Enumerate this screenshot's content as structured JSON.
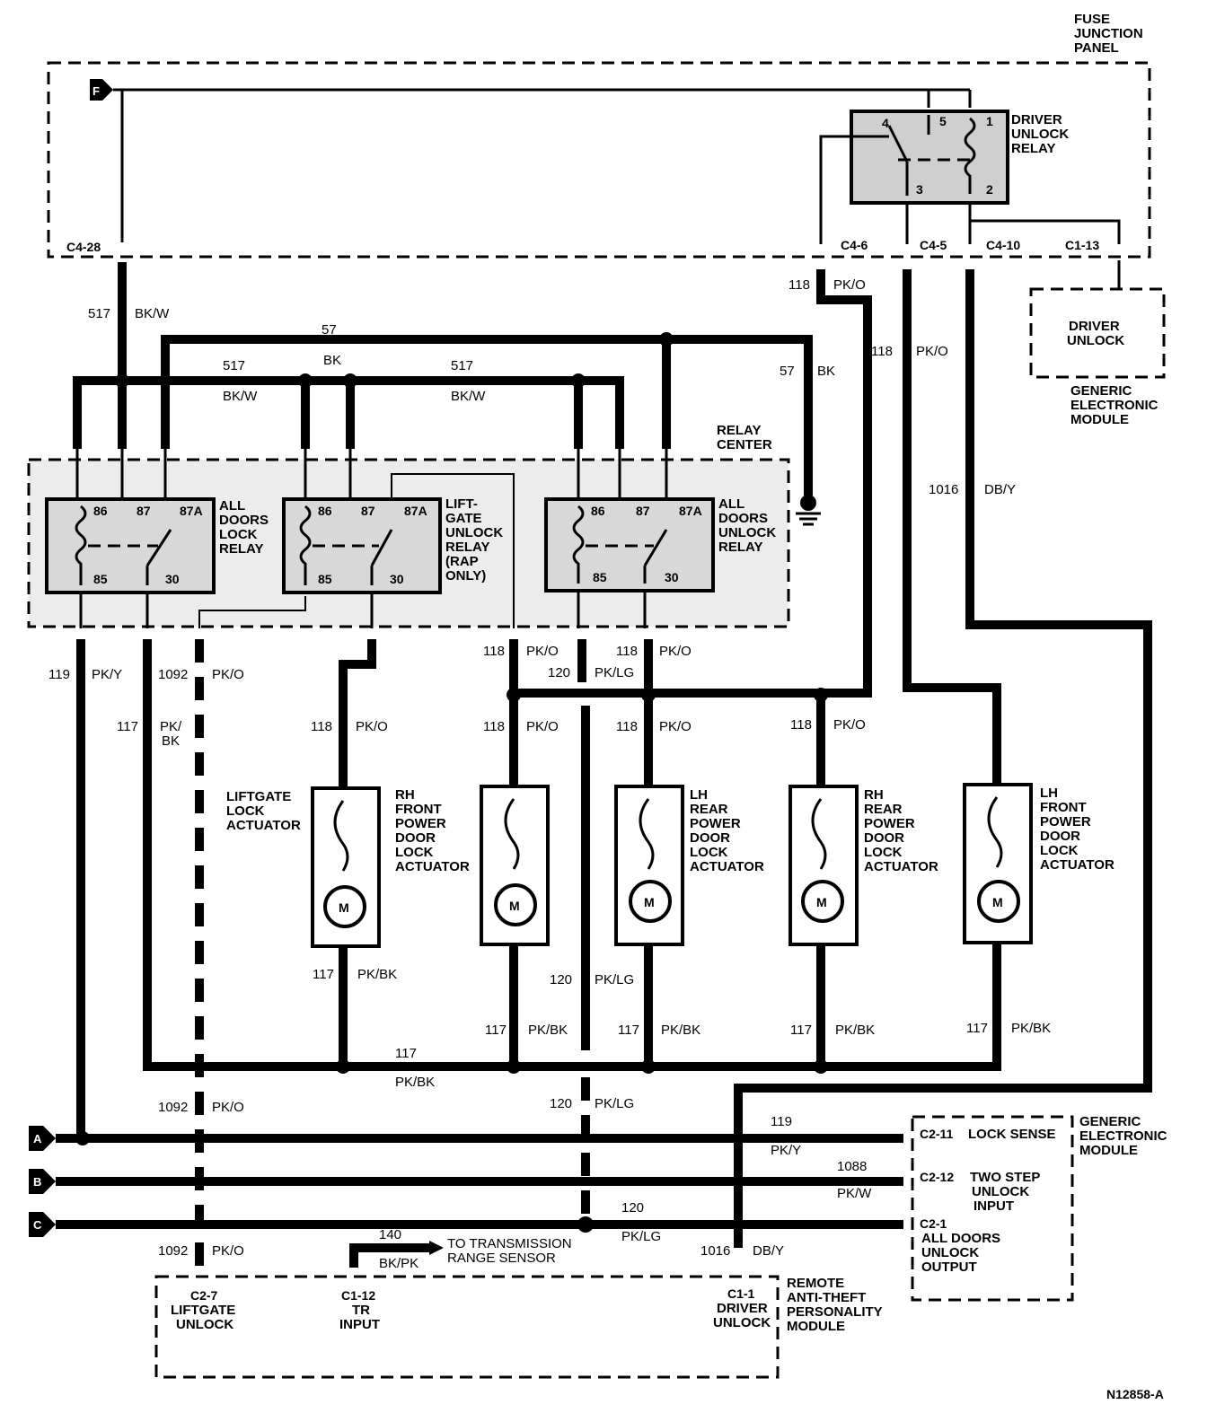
{
  "fuse_panel": {
    "line1": "FUSE",
    "line2": "JUNCTION",
    "line3": "PANEL",
    "fuse_ref": "F"
  },
  "connectors": {
    "c4_28": "C4-28",
    "c4_6": "C4-6",
    "c4_5": "C4-5",
    "c4_10": "C4-10",
    "c1_13": "C1-13",
    "c2_11": "C2-11",
    "c2_12": "C2-12",
    "c2_1": "C2-1",
    "c2_7": "C2-7",
    "c1_12": "C1-12",
    "c1_1": "C1-1"
  },
  "driver_unlock_relay": {
    "line1": "DRIVER",
    "line2": "UNLOCK",
    "line3": "RELAY",
    "pins": [
      "4",
      "5",
      "1",
      "3",
      "2"
    ]
  },
  "driver_unlock_gem": {
    "line1": "DRIVER",
    "line2": "UNLOCK"
  },
  "gem_top": {
    "line1": "GENERIC",
    "line2": "ELECTRONIC",
    "line3": "MODULE"
  },
  "relay_center": {
    "line1": "RELAY",
    "line2": "CENTER"
  },
  "relay_pins": {
    "p86": "86",
    "p87": "87",
    "p87a": "87A",
    "p85": "85",
    "p30": "30"
  },
  "relays": [
    {
      "lines": [
        "ALL",
        "DOORS",
        "LOCK",
        "RELAY"
      ]
    },
    {
      "lines": [
        "LIFT-",
        "GATE",
        "UNLOCK",
        "RELAY",
        "(RAP",
        "ONLY)"
      ]
    },
    {
      "lines": [
        "ALL",
        "DOORS",
        "UNLOCK",
        "RELAY"
      ]
    }
  ],
  "wires": {
    "w517": "517",
    "bkw": "BK/W",
    "w57": "57",
    "bk": "BK",
    "w118": "118",
    "pko": "PK/O",
    "w1016": "1016",
    "dby": "DB/Y",
    "w119": "119",
    "pky": "PK/Y",
    "w1092": "1092",
    "w117": "117",
    "pk": "PK/",
    "bkb": "BK",
    "w120": "120",
    "pklg": "PK/LG",
    "pkbk": "PK/BK",
    "w1088": "1088",
    "pkw": "PK/W",
    "w140": "140",
    "bkpk": "BK/PK"
  },
  "actuators": [
    {
      "lines": [
        "LIFTGATE",
        "LOCK",
        "ACTUATOR"
      ]
    },
    {
      "lines": [
        "RH",
        "FRONT",
        "POWER",
        "DOOR",
        "LOCK",
        "ACTUATOR"
      ]
    },
    {
      "lines": [
        "LH",
        "REAR",
        "POWER",
        "DOOR",
        "LOCK",
        "ACTUATOR"
      ]
    },
    {
      "lines": [
        "RH",
        "REAR",
        "POWER",
        "DOOR",
        "LOCK",
        "ACTUATOR"
      ]
    },
    {
      "lines": [
        "LH",
        "FRONT",
        "POWER",
        "DOOR",
        "LOCK",
        "ACTUATOR"
      ]
    }
  ],
  "motor_label": "M",
  "buses": {
    "a": "A",
    "b": "B",
    "c": "C"
  },
  "gem_bottom": {
    "lock_sense": "LOCK SENSE",
    "two_step": [
      "TWO STEP",
      "UNLOCK",
      "INPUT"
    ],
    "all_doors": [
      "ALL DOORS",
      "UNLOCK",
      "OUTPUT"
    ],
    "title": [
      "GENERIC",
      "ELECTRONIC",
      "MODULE"
    ]
  },
  "rap": {
    "title": [
      "REMOTE",
      "ANTI-THEFT",
      "PERSONALITY",
      "MODULE"
    ],
    "liftgate": [
      "LIFTGATE",
      "UNLOCK"
    ],
    "tr": [
      "TR",
      "INPUT"
    ],
    "driver": [
      "DRIVER",
      "UNLOCK"
    ]
  },
  "trs": {
    "line1": "TO TRANSMISSION",
    "line2": "RANGE SENSOR"
  },
  "figure_id": "N12858-A"
}
